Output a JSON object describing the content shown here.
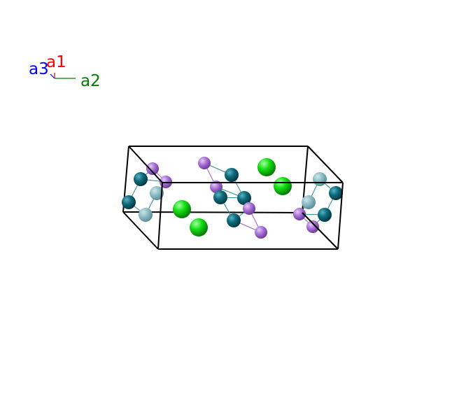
{
  "axes": {
    "a1": {
      "label": "a1",
      "color": "#ff0000"
    },
    "a2": {
      "label": "a2",
      "color": "#008000"
    },
    "a3": {
      "label": "a3",
      "color": "#0000ff"
    }
  },
  "colors": {
    "background": "#ffffff",
    "cell_edge": "#000000",
    "atom_teal": "#0b6b7c",
    "atom_teal_light": "#7fb6bf",
    "atom_purple": "#a56bd4",
    "atom_green": "#12e012",
    "bond_teal": "#2a8a96",
    "bond_purple": "#9b5fc6"
  }
}
